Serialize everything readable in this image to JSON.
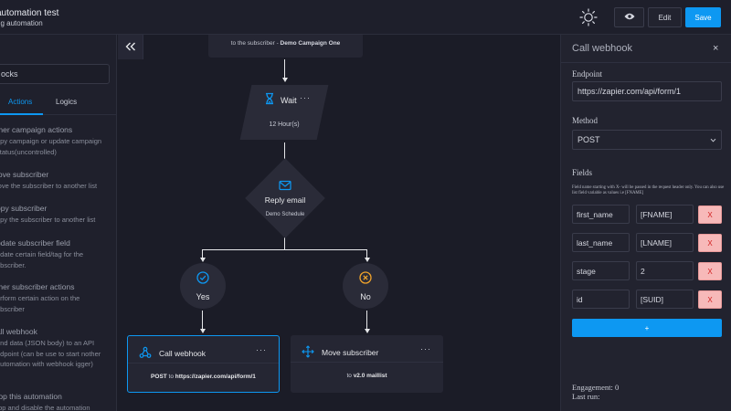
{
  "header": {
    "title": "automation test",
    "subtitle": "ng automation",
    "preview_icon": "eye-icon",
    "edit_label": "Edit",
    "save_label": "Save",
    "theme_icon": "sun-icon"
  },
  "sidebar": {
    "search_value": "ocks",
    "tabs": [
      {
        "label": "Actions",
        "active": true
      },
      {
        "label": "Logics",
        "active": false
      }
    ],
    "actions": [
      {
        "title": "ther campaign actions",
        "desc": "opy campaign or update campaign status(uncontrolled)"
      },
      {
        "title": "love subscriber",
        "desc": "love the subscriber to another list"
      },
      {
        "title": "opy subscriber",
        "desc": "opy the subscriber to another list"
      },
      {
        "title": "pdate subscriber field",
        "desc": "pdate certain field/tag for the ubscriber."
      },
      {
        "title": "ther subscriber actions",
        "desc": "erform certain action on the ubscriber"
      },
      {
        "title": "all webhook",
        "desc": "end data (JSON body) to an API ndpoint (can be use to start nother automation with webhook igger)"
      },
      {
        "title": "top this automation",
        "desc": "top and disable the automation"
      }
    ]
  },
  "canvas": {
    "collapse_icon": "double-chevron-left-icon",
    "top_card": {
      "prefix": "to the subscriber - ",
      "bold": "Demo Campaign One"
    },
    "wait": {
      "title": "Wait",
      "dots": "···",
      "sub": "12 Hour(s)",
      "icon": "hourglass-icon"
    },
    "reply": {
      "title": "Reply email",
      "sub": "Demo Schedule",
      "icon": "envelope-icon"
    },
    "yes": {
      "label": "Yes",
      "icon": "check-circle-icon"
    },
    "no": {
      "label": "No",
      "icon": "x-circle-icon"
    },
    "webhook_node": {
      "title": "Call webhook",
      "dots": "···",
      "sub_prefix": "POST",
      "sub_mid": " to ",
      "sub_bold": "https://zapier.com/api/form/1",
      "icon": "webhook-icon"
    },
    "move_node": {
      "title": "Move subscriber",
      "dots": "···",
      "sub_prefix": "to ",
      "sub_bold": "v2.0 maillist",
      "icon": "move-arrows-icon"
    }
  },
  "panel": {
    "title": "Call webhook",
    "close": "×",
    "endpoint_label": "Endpoint",
    "endpoint_value": "https://zapier.com/api/form/1",
    "method_label": "Method",
    "method_value": "POST",
    "fields_label": "Fields",
    "fields_note": "Field name starting with X- will be passed in the request header only. You can also use list field variable as values i.e [FNAME]",
    "fields": [
      {
        "name": "first_name",
        "value": "[FNAME]",
        "remove": "X"
      },
      {
        "name": "last_name",
        "value": "[LNAME]",
        "remove": "X"
      },
      {
        "name": "stage",
        "value": "2",
        "remove": "X"
      },
      {
        "name": "id",
        "value": "[SUID]",
        "remove": "X"
      }
    ],
    "add_label": "+",
    "engagement": "Engagement: 0",
    "last_run": "Last run:"
  },
  "colors": {
    "accent": "#0d98f2",
    "danger_bg": "#f7b9b9",
    "danger_text": "#d11f1f",
    "node_bg": "#2a2b38"
  }
}
